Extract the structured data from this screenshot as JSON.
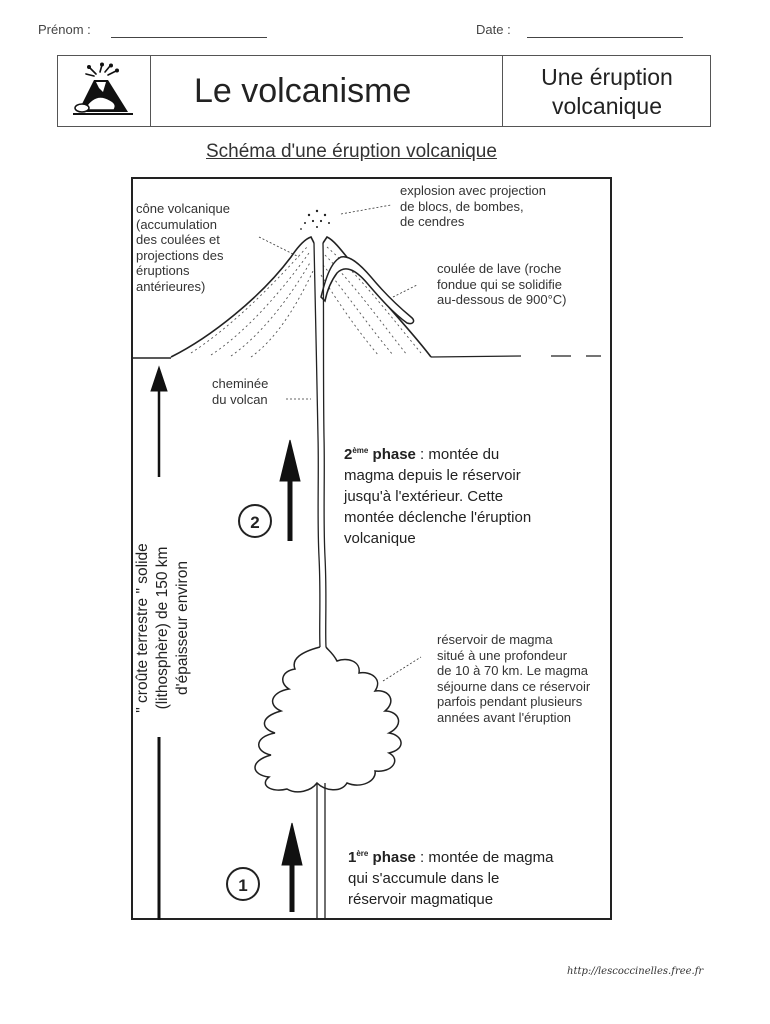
{
  "header": {
    "prenom_label": "Prénom :",
    "date_label": "Date :",
    "main_title": "Le volcanisme",
    "subtitle_line1": "Une éruption",
    "subtitle_line2": "volcanique"
  },
  "diagram": {
    "heading": "Schéma d'une éruption volcanique",
    "labels": {
      "cone": [
        "cône volcanique",
        "(accumulation",
        "des coulées et",
        "projections des",
        "éruptions",
        "antérieures)"
      ],
      "explosion": [
        "explosion avec projection",
        "de blocs, de bombes,",
        "de cendres"
      ],
      "lava": [
        "coulée de lave (roche",
        "fondue qui se solidifie",
        "au-dessous de 900°C)"
      ],
      "chimney": [
        "cheminée",
        "du volcan"
      ],
      "reservoir": [
        "réservoir de magma",
        "situé à une profondeur",
        "de 10 à 70 km. Le magma",
        "séjourne dans ce réservoir",
        "parfois pendant plusieurs",
        "années avant l'éruption"
      ]
    },
    "phase2": {
      "number": "2",
      "ordinal": "2",
      "sup": "ème",
      "bold": "phase",
      "rest_line1": " : montée du",
      "line2": "magma depuis le réservoir",
      "line3": "jusqu'à l'extérieur. Cette",
      "line4": "montée déclenche l'éruption",
      "line5": "volcanique"
    },
    "phase1": {
      "number": "1",
      "ordinal": "1",
      "sup": "ère",
      "bold": "phase",
      "rest_line1": " : montée de magma",
      "line2": "qui s'accumule dans le",
      "line3": "réservoir magmatique"
    },
    "crust": {
      "line1": "\" croûte terrestre \" solide",
      "line2": "(lithosphère) de 150 km",
      "line3": "d'épaisseur environ"
    }
  },
  "footer": {
    "url": "http://lescoccinelles.free.fr"
  }
}
